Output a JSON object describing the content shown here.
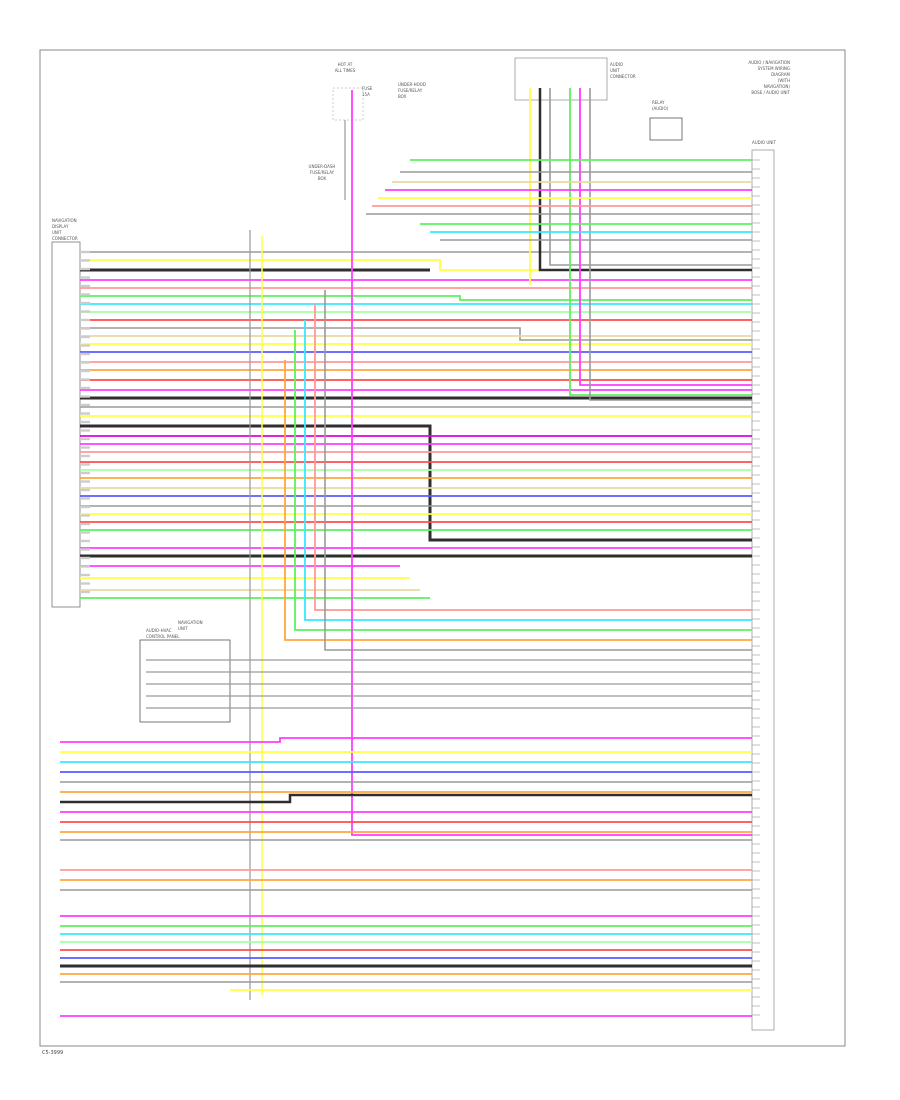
{
  "diagram": {
    "title_lines": [
      "AUDIO / NAVIGATION",
      "SYSTEM WIRING",
      "DIAGRAM",
      "(WITH",
      "NAVIGATION)",
      "BOSE / AUDIO UNIT"
    ],
    "fuse_top": [
      "HOT AT",
      "ALL TIMES",
      "FUSE",
      "15A"
    ],
    "fuse_mid": [
      "UNDER-DASH",
      "FUSE/RELAY",
      "BOX"
    ],
    "fuse_center": [
      "UNDER-HOOD",
      "FUSE/RELAY",
      "BOX"
    ],
    "relay": [
      "RELAY",
      "(AUDIO)"
    ],
    "top_connector": [
      "AUDIO",
      "UNIT",
      "CONNECTOR"
    ],
    "left_unit": [
      "NAVIGATION",
      "DISPLAY",
      "UNIT",
      "CONNECTOR"
    ],
    "mid_unit": [
      "AUDIO-HVAC",
      "CONTROL PANEL"
    ],
    "mid_unit2": [
      "NAVIGATION",
      "UNIT"
    ],
    "right_unit": [
      "AUDIO UNIT"
    ],
    "footer_code": "C5-3999",
    "wire_colors": {
      "black": "#2e2e2e",
      "gray": "#9a9a9a",
      "pink": "#ff3dff",
      "magenta": "#e000e0",
      "yellow": "#ffff44",
      "green": "#5ef05e",
      "cyan": "#38e8ff",
      "blue": "#5a5aff",
      "red": "#ff4c4c",
      "orange": "#ffa640",
      "lightred": "#ff9898",
      "tan": "#ead8a0",
      "lightgreen": "#a4ffa4"
    }
  }
}
